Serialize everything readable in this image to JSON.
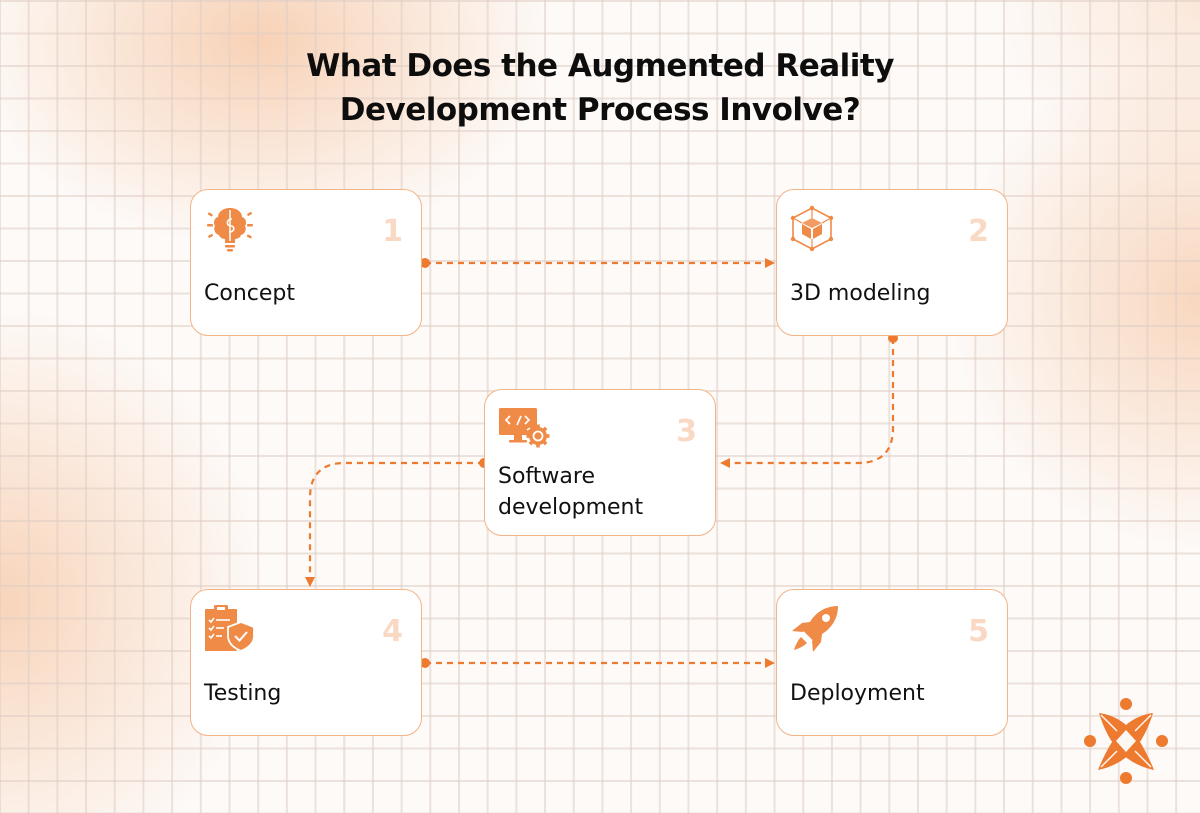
{
  "title": {
    "line1": "What Does the Augmented Reality",
    "line2": "Development Process Involve?"
  },
  "colors": {
    "accent": "#ee7a2f",
    "icon": "#f08a47",
    "card_border": "#f2b487",
    "number": "#f9d9c3",
    "background_tint": "#f6c4a0"
  },
  "steps": [
    {
      "number": "1",
      "label": "Concept",
      "icon": "brain-bulb-icon"
    },
    {
      "number": "2",
      "label": "3D modeling",
      "icon": "3d-cube-icon"
    },
    {
      "number": "3",
      "label_line1": "Software",
      "label_line2": "development",
      "icon": "code-monitor-gear-icon"
    },
    {
      "number": "4",
      "label": "Testing",
      "icon": "clipboard-shield-icon"
    },
    {
      "number": "5",
      "label": "Deployment",
      "icon": "rocket-icon"
    }
  ],
  "flow": [
    {
      "from": "1",
      "to": "2"
    },
    {
      "from": "2",
      "to": "3"
    },
    {
      "from": "3",
      "to": "4"
    },
    {
      "from": "4",
      "to": "5"
    }
  ],
  "logo": {
    "icon": "brand-logo-icon"
  }
}
